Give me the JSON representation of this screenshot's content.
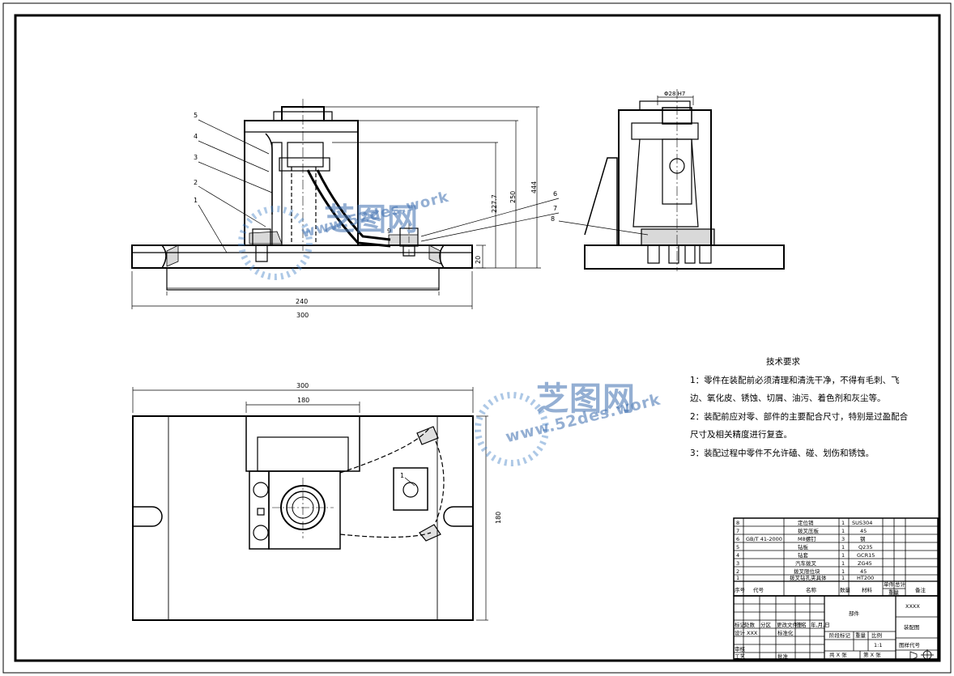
{
  "drawing": {
    "dims": {
      "front_width": "300",
      "front_inner": "240",
      "front_plate": "20",
      "front_h1": "227.7",
      "front_h2": "250",
      "front_h3": "444",
      "side_bore": "Φ28 H7",
      "top_width": "300",
      "top_inner": "180",
      "top_height": "180"
    },
    "balloons": {
      "front": [
        "1",
        "2",
        "3",
        "4",
        "5",
        "6",
        "7",
        "8"
      ],
      "front_9": "9",
      "top": "1"
    }
  },
  "requirements": {
    "title": "技术要求",
    "items": [
      "1：零件在装配前必须清理和清洗干净，不得有毛刺、飞",
      "边、氧化皮、锈蚀、切屑、油污、着色剂和灰尘等。",
      "2：装配前应对零、部件的主要配合尺寸，特别是过盈配合",
      "尺寸及相关精度进行复查。",
      "3：装配过程中零件不允许磕、碰、划伤和锈蚀。"
    ]
  },
  "bom": {
    "rows": [
      {
        "no": "8",
        "code": "",
        "name": "定位销",
        "qty": "1",
        "material": "SUS304"
      },
      {
        "no": "7",
        "code": "",
        "name": "拨叉压板",
        "qty": "1",
        "material": "45"
      },
      {
        "no": "6",
        "code": "GB/T 41-2000",
        "name": "M8螺钉",
        "qty": "3",
        "material": "钢"
      },
      {
        "no": "5",
        "code": "",
        "name": "钻板",
        "qty": "1",
        "material": "Q235"
      },
      {
        "no": "4",
        "code": "",
        "name": "钻套",
        "qty": "1",
        "material": "GCR15"
      },
      {
        "no": "3",
        "code": "",
        "name": "汽车拨叉",
        "qty": "1",
        "material": "ZG45"
      },
      {
        "no": "2",
        "code": "",
        "name": "拨叉限位块",
        "qty": "1",
        "material": "45"
      },
      {
        "no": "1",
        "code": "",
        "name": "拨叉钻孔夹具体",
        "qty": "1",
        "material": "HT200"
      }
    ],
    "header": {
      "no": "序号",
      "code": "代号",
      "name": "名称",
      "qty": "数量",
      "material": "材料",
      "unit_weight": "单件",
      "total_weight": "总计",
      "weight": "重量",
      "note": "备注"
    }
  },
  "title_block": {
    "part_label": "部件",
    "company": "XXXX",
    "drawing_type": "装配图",
    "drawing_no_label": "图样代号",
    "stage_label": "阶段标记",
    "weight_label": "重量",
    "scale_label": "比例",
    "scale": "1:1",
    "sheets": "共 X 张",
    "sheet": "第 X 张",
    "mark_label": "标记",
    "count_label": "处数",
    "zone_label": "分区",
    "change_doc_label": "更改文件号",
    "sign_label": "签名",
    "date_label": "年,月,日",
    "design_label": "设计",
    "designer": "XXX",
    "standard_label": "标准化",
    "review_label": "审核",
    "process_label": "工艺",
    "approve_label": "批准"
  },
  "watermark": {
    "brand": "芝图网",
    "url": "www.52des.work"
  }
}
